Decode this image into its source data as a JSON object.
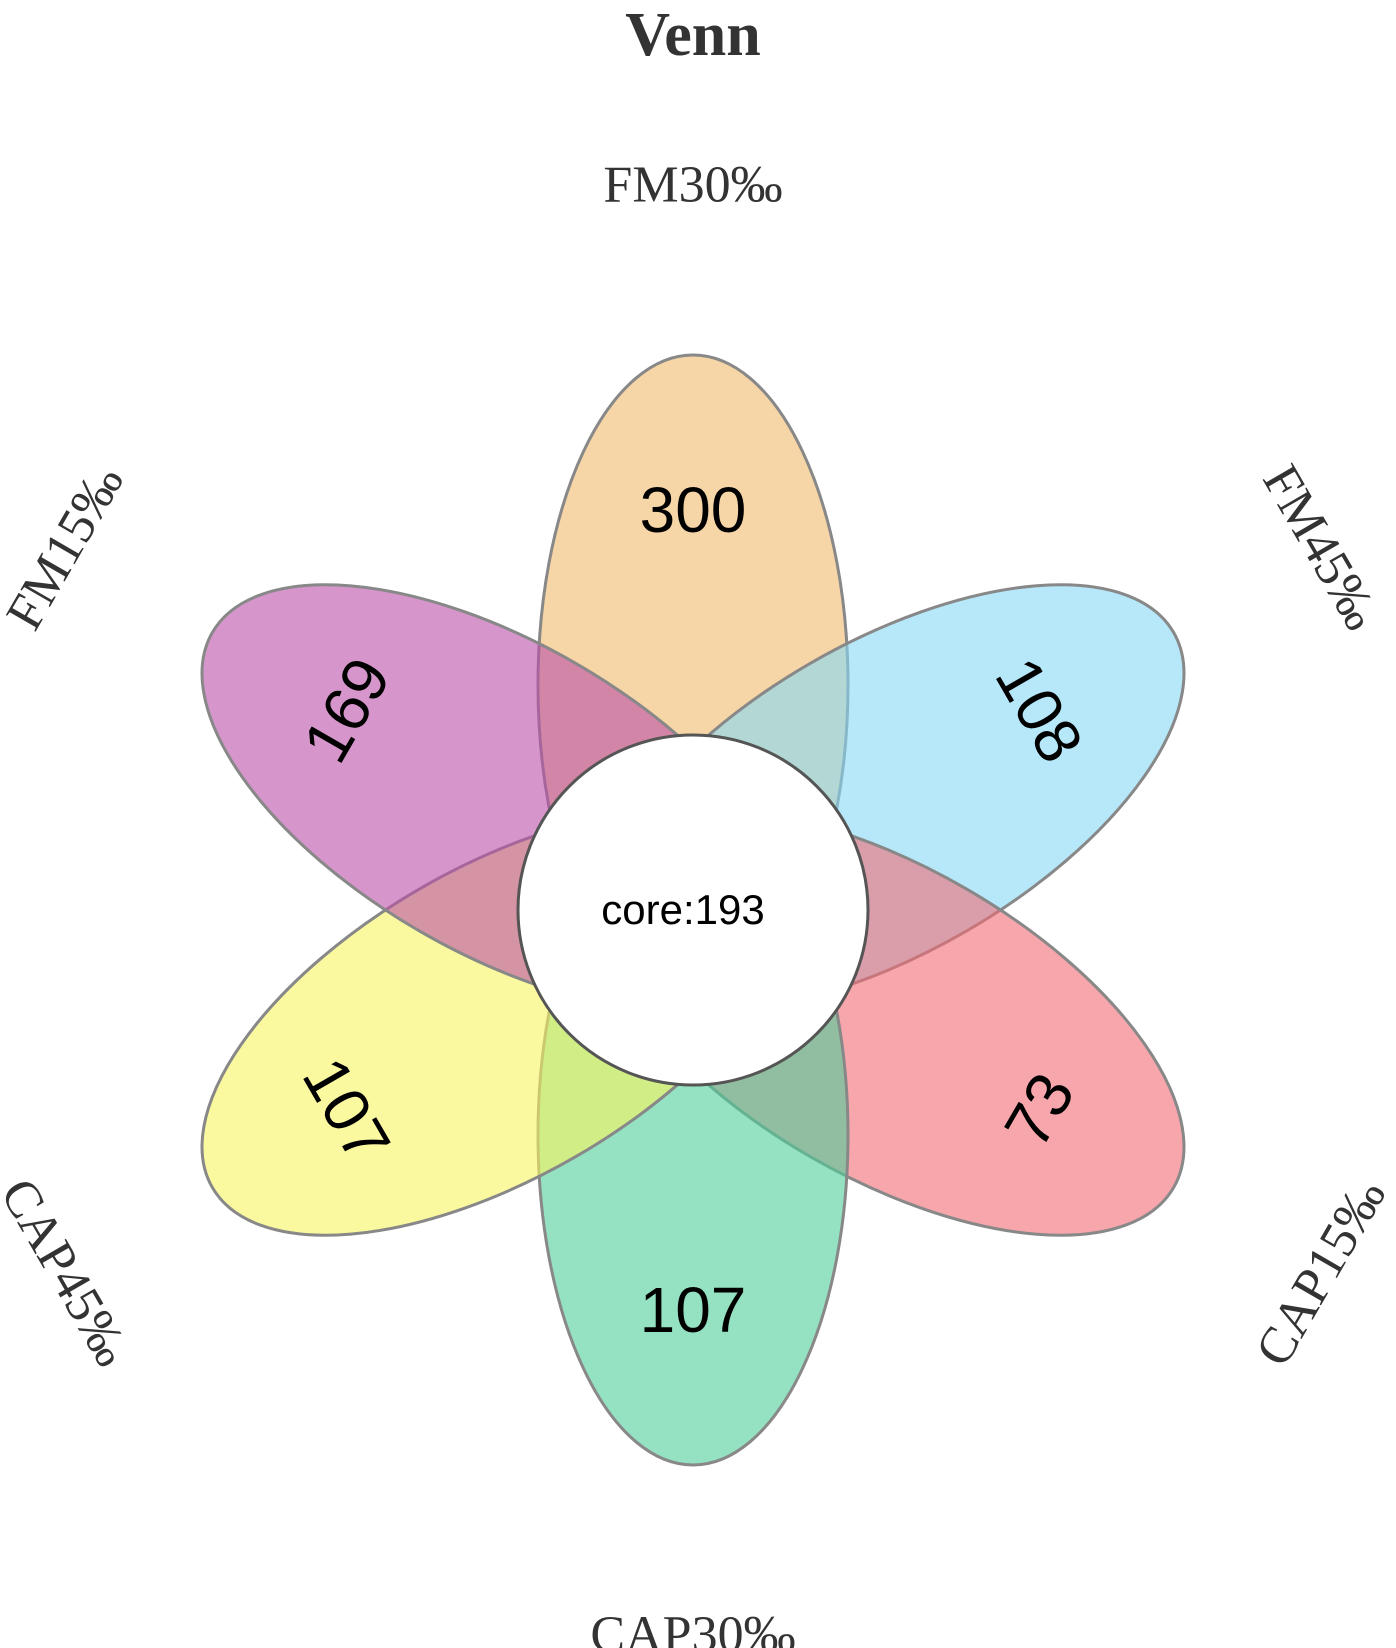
{
  "title": "Venn",
  "sets": [
    {
      "name": "FM30‰",
      "unique": "300",
      "color": "#F0B96B"
    },
    {
      "name": "FM45‰",
      "unique": "108",
      "color": "#86D8F5"
    },
    {
      "name": "CAP15‰",
      "unique": "73",
      "color": "#F26B74"
    },
    {
      "name": "CAP30‰",
      "unique": "107",
      "color": "#4CCE98"
    },
    {
      "name": "CAP45‰",
      "unique": "107",
      "color": "#F9F55F"
    },
    {
      "name": "FM15‰",
      "unique": "169",
      "color": "#BA50A8"
    }
  ],
  "core": {
    "label": "core:193",
    "value": 193
  }
}
